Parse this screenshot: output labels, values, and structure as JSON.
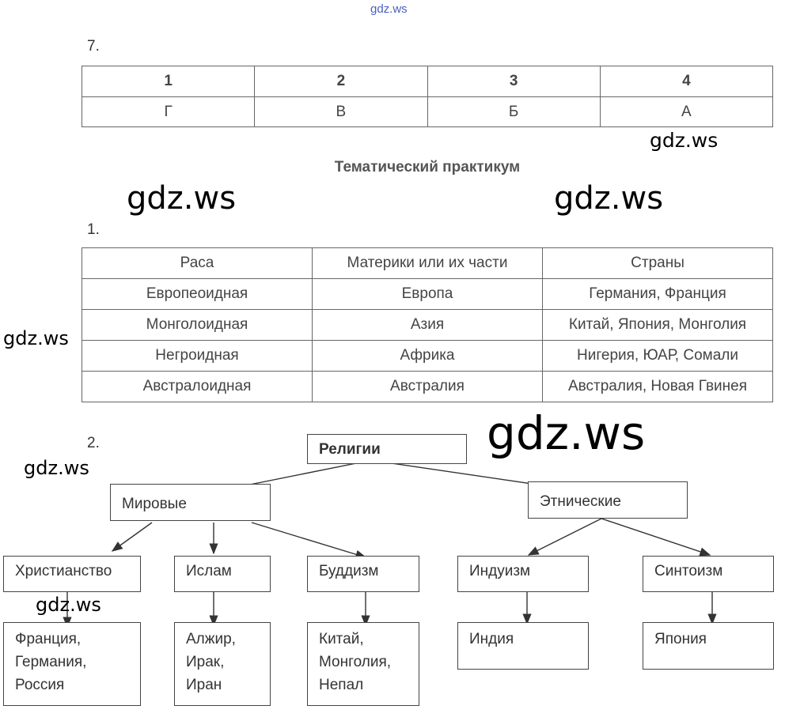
{
  "top_watermark": "gdz.ws",
  "watermarks": [
    "gdz.ws",
    "gdz.ws",
    "gdz.ws",
    "gdz.ws",
    "gdz.ws",
    "gdz.ws",
    "gdz.ws"
  ],
  "task7": {
    "number": "7.",
    "headers": [
      "1",
      "2",
      "3",
      "4"
    ],
    "answers": [
      "Г",
      "В",
      "Б",
      "А"
    ]
  },
  "practicum_title": "Тематический практикум",
  "task1": {
    "number": "1.",
    "headers": [
      "Раса",
      "Материки или их части",
      "Страны"
    ],
    "rows": [
      [
        "Европеоидная",
        "Европа",
        "Германия, Франция"
      ],
      [
        "Монголоидная",
        "Азия",
        "Китай, Япония, Монголия"
      ],
      [
        "Негроидная",
        "Африка",
        "Нигерия, ЮАР, Сомали"
      ],
      [
        "Австралоидная",
        "Австралия",
        "Австралия, Новая Гвинея"
      ]
    ]
  },
  "task2": {
    "number": "2.",
    "root": "Религии",
    "world": "Мировые",
    "ethnic": "Этнические",
    "religions": [
      "Христианство",
      "Ислам",
      "Буддизм",
      "Индуизм",
      "Синтоизм"
    ],
    "countries": [
      [
        "Франция,",
        "Германия,",
        "Россия"
      ],
      [
        "Алжир,",
        "Ирак,",
        "Иран"
      ],
      [
        "Китай,",
        "Монголия,",
        "Непал"
      ],
      [
        "Индия"
      ],
      [
        "Япония"
      ]
    ]
  }
}
